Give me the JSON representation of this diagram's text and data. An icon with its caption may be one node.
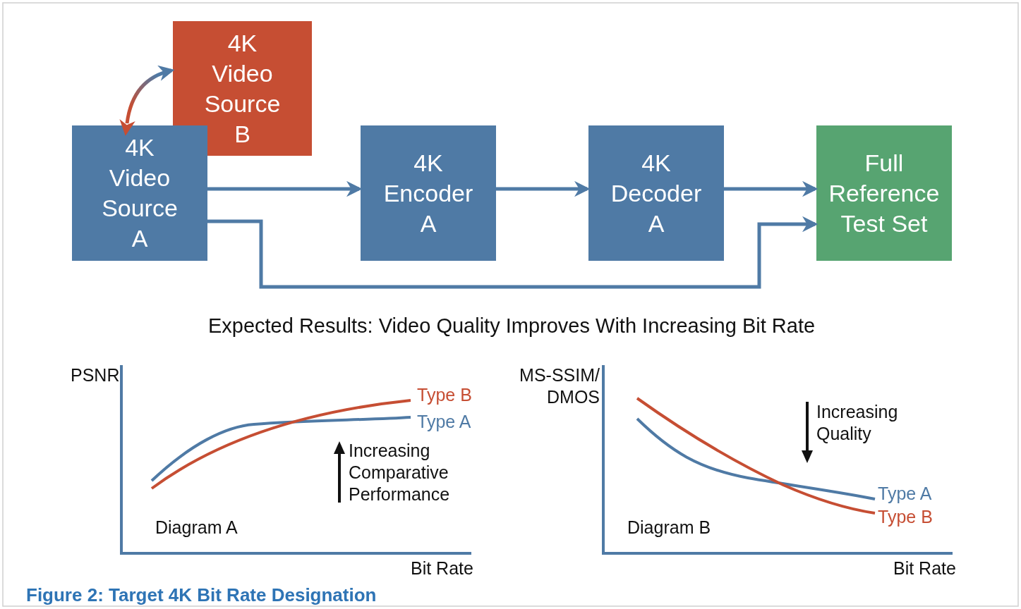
{
  "diagram": {
    "caption": "Figure 2: Target 4K Bit Rate Designation",
    "nodes": [
      {
        "text": [
          "4K Video Source A"
        ]
      },
      {
        "text": [
          "4K Video Source B"
        ]
      },
      {
        "text": [
          "4K Encoder A"
        ]
      },
      {
        "text": [
          "4K Decoder A"
        ]
      },
      {
        "text": [
          "Full Reference Test Set"
        ]
      }
    ],
    "edges": [
      {
        "from": 1,
        "to": 0,
        "arrow": "both"
      },
      {
        "from": 0,
        "to": 2,
        "arrow": "to"
      },
      {
        "from": 2,
        "to": 3,
        "arrow": "to"
      },
      {
        "from": 3,
        "to": 4,
        "arrow": "to"
      },
      {
        "from": 0,
        "to": 4,
        "arrow": "to"
      }
    ],
    "labels": [
      "Expected Results: Video Quality Improves With Increasing Bit Rate",
      "PSNR",
      "Type B",
      "Type A",
      "Increasing Comparative Performance",
      "Diagram A",
      "Bit Rate",
      "MS-SSIM/ DMOS",
      "Increasing Quality",
      "Type A",
      "Type B",
      "Diagram B",
      "Bit Rate"
    ]
  }
}
